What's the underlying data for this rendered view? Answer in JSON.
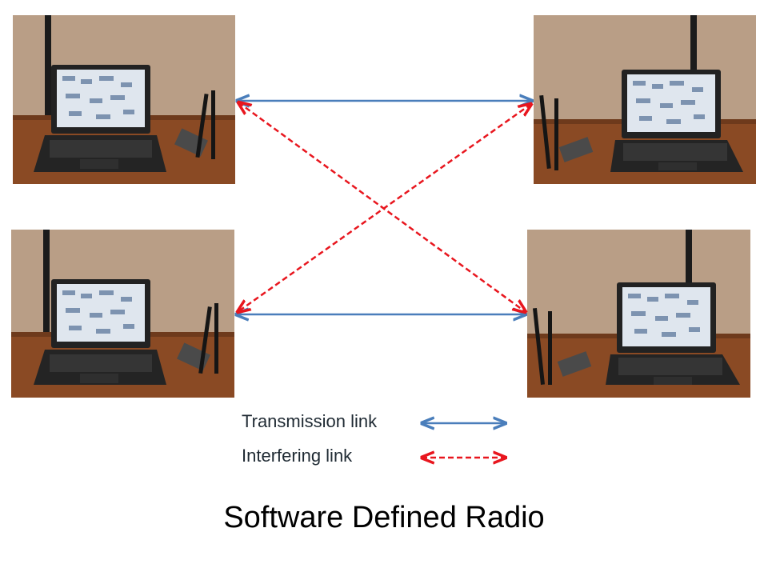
{
  "caption": "Software Defined Radio",
  "legend": {
    "transmission_label": "Transmission link",
    "interfering_label": "Interfering link"
  },
  "colors": {
    "transmission": "#4a7ebb",
    "interfering": "#e8161e",
    "wall": "#b99e86",
    "desk": "#8a4a24"
  },
  "nodes": [
    {
      "id": "node-top-left",
      "antenna_side": "right"
    },
    {
      "id": "node-top-right",
      "antenna_side": "left"
    },
    {
      "id": "node-bottom-left",
      "antenna_side": "right"
    },
    {
      "id": "node-bottom-right",
      "antenna_side": "left"
    }
  ]
}
